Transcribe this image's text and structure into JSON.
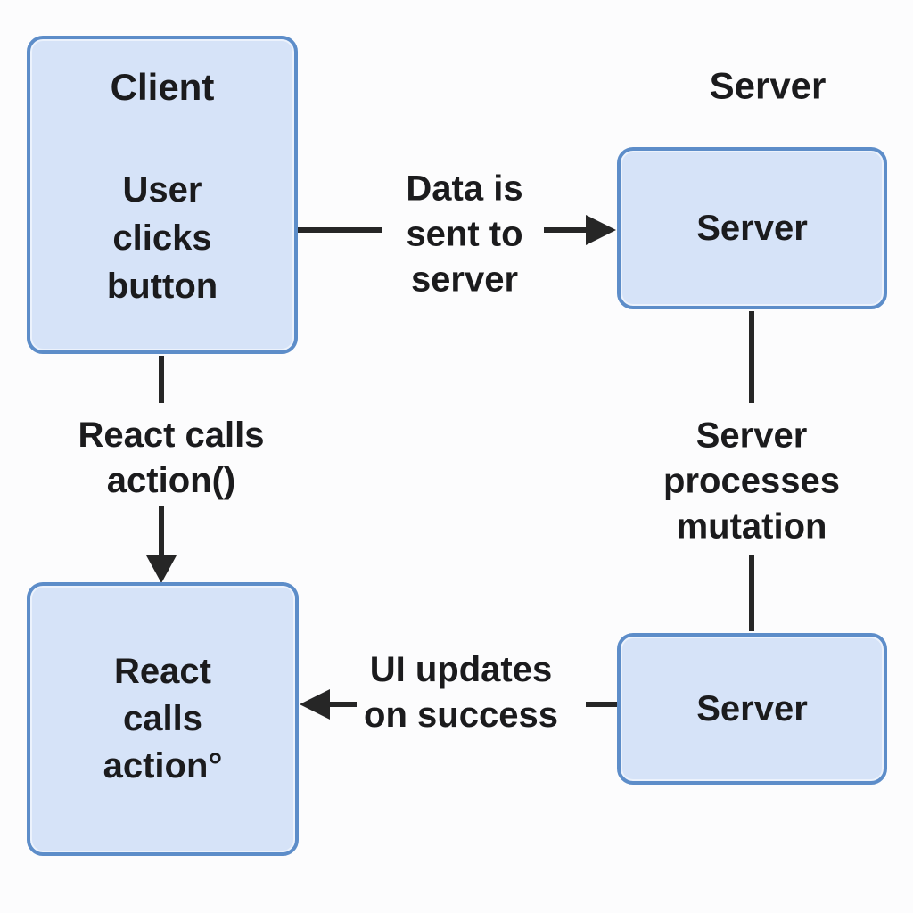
{
  "diagram": {
    "type": "flowchart",
    "background_color": "#fcfcfd",
    "node_fill_color": "#d6e3f8",
    "node_border_color": "#5d8dc9",
    "line_color": "#262626",
    "text_color": "#1b1b1d",
    "headings": {
      "server_column": "Server"
    },
    "nodes": {
      "client": {
        "title": "Client",
        "body": "User clicks button"
      },
      "server_top": {
        "label": "Server"
      },
      "react_action": {
        "label": "React calls action°"
      },
      "server_bottom": {
        "label": "Server"
      }
    },
    "edges": {
      "client_to_server": {
        "label": "Data is sent to server",
        "direction": "right"
      },
      "client_to_react": {
        "label": "React calls action()",
        "direction": "down"
      },
      "server_to_server": {
        "label": "Server processes mutation",
        "direction": "down"
      },
      "server_to_react": {
        "label": "UI updates on success",
        "direction": "left"
      }
    }
  }
}
